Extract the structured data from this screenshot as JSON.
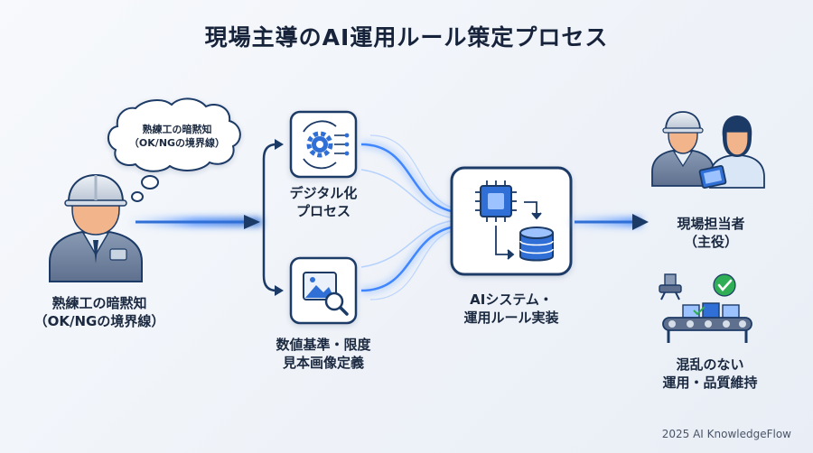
{
  "title": "現場主導のAI運用ルール策定プロセス",
  "bubble": {
    "line1": "熟練工の暗黙知",
    "line2": "（OK/NGの境界線）"
  },
  "worker": {
    "line1": "熟練工の暗黙知",
    "line2": "（OK/NGの境界線）"
  },
  "digitize": {
    "line1": "デジタル化",
    "line2": "プロセス"
  },
  "criteria": {
    "line1": "数値基準・限度",
    "line2": "見本画像定義"
  },
  "ai": {
    "line1": "AIシステム・",
    "line2": "運用ルール実装"
  },
  "field": {
    "line1": "現場担当者",
    "line2": "（主役）"
  },
  "outcome": {
    "line1": "混乱のない",
    "line2": "運用・品質維持"
  },
  "footer": "2025 AI KnowledgeFlow",
  "colors": {
    "navy": "#1c3a66",
    "glow": "#3f86ff",
    "accent": "#2f6fd6",
    "check": "#2fae55"
  }
}
